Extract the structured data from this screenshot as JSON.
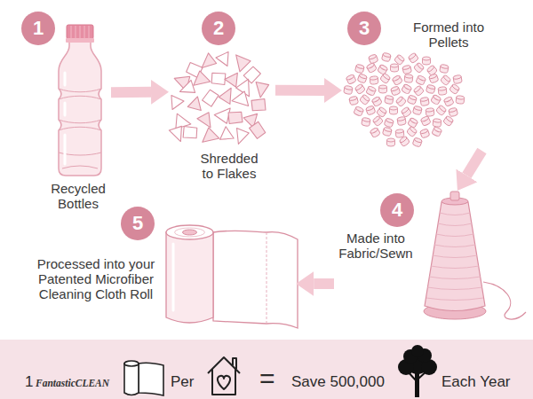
{
  "diagram": {
    "nodes": [
      {
        "text": [
          "1",
          "Recycled Bottles"
        ]
      },
      {
        "text": [
          "2",
          "Shredded to Flakes"
        ]
      },
      {
        "text": [
          "3",
          "Formed into Pellets"
        ]
      },
      {
        "text": [
          "4",
          "Made into Fabric/Sewn"
        ]
      },
      {
        "text": [
          "5",
          "Processed into your Patented Microfiber Cleaning Cloth Roll"
        ]
      },
      {
        "text": [
          "1",
          "FantasticCLEAN",
          "Per",
          "=",
          "Save 500,000",
          "Each Year"
        ]
      }
    ],
    "edges": [
      {
        "from": 0,
        "to": 1,
        "arrow": "to"
      },
      {
        "from": 1,
        "to": 2,
        "arrow": "to"
      },
      {
        "from": 2,
        "to": 3,
        "arrow": "to"
      },
      {
        "from": 3,
        "to": 4,
        "arrow": "to"
      }
    ]
  }
}
